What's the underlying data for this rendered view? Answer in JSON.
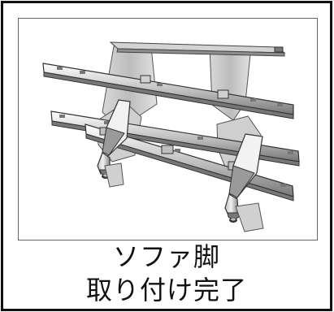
{
  "caption": {
    "line1": "ソファ脚",
    "line2": "取り付け完了"
  },
  "illustration": {
    "subject": "sofa-leg-frame-assembly"
  },
  "colors": {
    "border": "#111111",
    "metal_light": "#d9d9d9",
    "metal_mid": "#a8a8a8",
    "metal_dark": "#555555",
    "outline": "#333333"
  }
}
